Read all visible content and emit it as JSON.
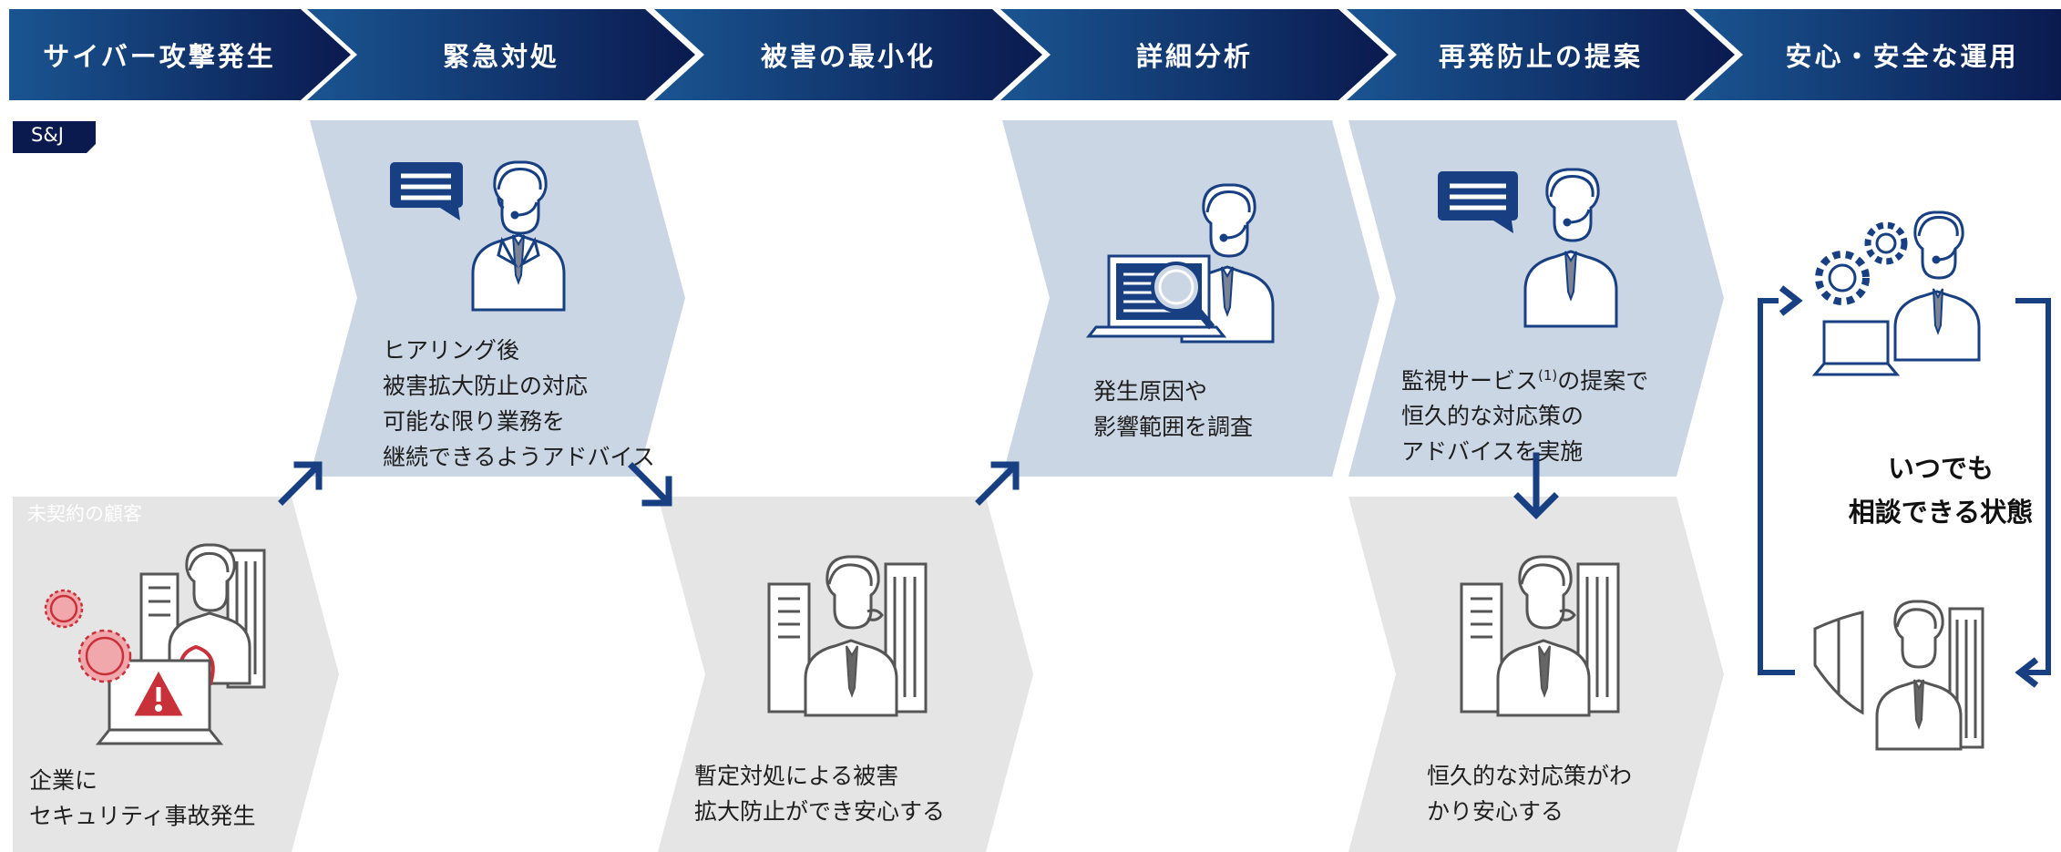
{
  "steps": [
    {
      "title": "サイバー攻撃発生"
    },
    {
      "title": "緊急対処"
    },
    {
      "title": "被害の最小化"
    },
    {
      "title": "詳細分析"
    },
    {
      "title": "再発防止の提案"
    },
    {
      "title": "安心・安全な運用"
    }
  ],
  "lanes": {
    "provider_label": "S&J",
    "customer_label": "未契約の顧客"
  },
  "provider_notes": {
    "emergency": [
      "ヒアリング後",
      "被害拡大防止の対応",
      "可能な限り業務を",
      "継続できるようアドバイス"
    ],
    "analysis": [
      "発生原因や",
      "影響範囲を調査"
    ],
    "proposal_line1_pre": "監視サービス",
    "proposal_line1_sup": "(1)",
    "proposal_line1_post": "の提案で",
    "proposal": [
      "恒久的な対応策の",
      "アドバイスを実施"
    ]
  },
  "customer_notes": {
    "incident": [
      "企業に",
      "セキュリティ事故発生"
    ],
    "minimize": [
      "暫定対処による被害",
      "拡大防止ができ安心する"
    ],
    "prevention": [
      "恒久的な対応策がわ",
      "かり安心する"
    ]
  },
  "operation_center": [
    "いつでも",
    "相談できる状態"
  ],
  "colors": {
    "header_dark": "#0a1a4f",
    "header_light": "#1a5591",
    "provider_band": "#cbd6e4",
    "customer_band": "#e5e5e5",
    "arrow": "#173f82",
    "alert_red": "#c8313a"
  }
}
